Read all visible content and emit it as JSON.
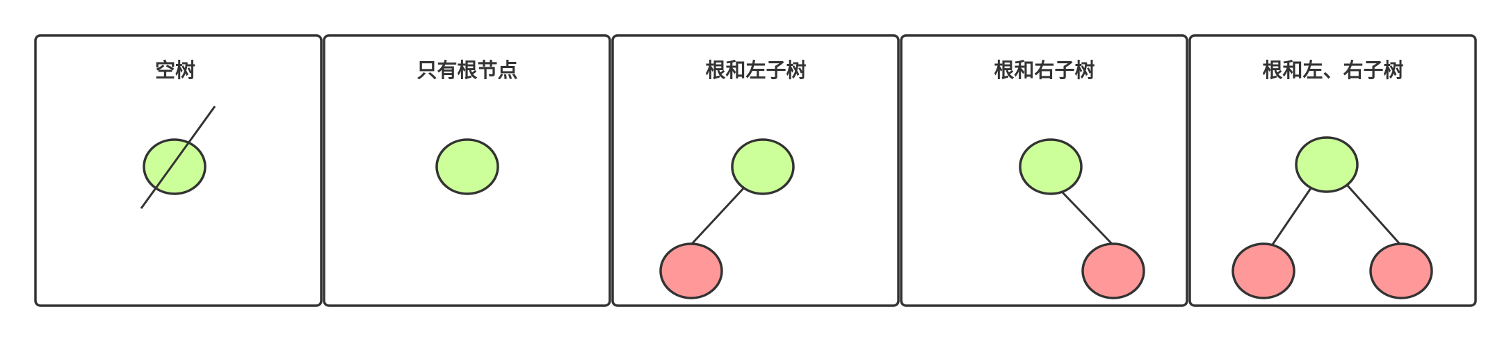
{
  "colors": {
    "root_node": "#ccff99",
    "child_node": "#ff9999",
    "stroke": "#333333"
  },
  "panels": [
    {
      "title": "空树",
      "kind": "empty"
    },
    {
      "title": "只有根节点",
      "kind": "root-only"
    },
    {
      "title": "根和左子树",
      "kind": "root-left"
    },
    {
      "title": "根和右子树",
      "kind": "root-right"
    },
    {
      "title": "根和左、右子树",
      "kind": "root-both"
    }
  ]
}
